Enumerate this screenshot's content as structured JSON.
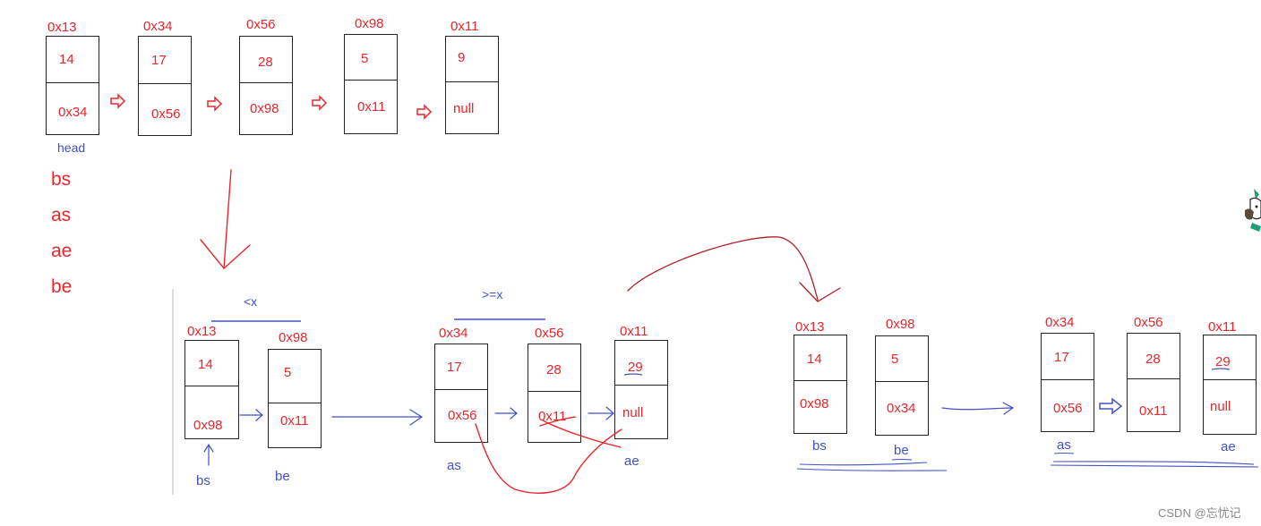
{
  "top_list": [
    {
      "addr": "0x13",
      "val": "14",
      "next": "0x34"
    },
    {
      "addr": "0x34",
      "val": "17",
      "next": "0x56"
    },
    {
      "addr": "0x56",
      "val": "28",
      "next": "0x98"
    },
    {
      "addr": "0x98",
      "val": "5",
      "next": "0x11"
    },
    {
      "addr": "0x11",
      "val": "9",
      "next": "null"
    }
  ],
  "head_label": "head",
  "pointer_names": [
    "bs",
    "as",
    "ae",
    "be"
  ],
  "less_group": {
    "title": "<x",
    "nodes": [
      {
        "addr": "0x13",
        "val": "14",
        "next": "0x98"
      },
      {
        "addr": "0x98",
        "val": "5",
        "next": "0x11"
      }
    ],
    "labels": [
      "bs",
      "be"
    ]
  },
  "ge_group": {
    "title": ">=x",
    "nodes": [
      {
        "addr": "0x34",
        "val": "17",
        "next": "0x56"
      },
      {
        "addr": "0x56",
        "val": "28",
        "next": "0x11"
      },
      {
        "addr": "0x11",
        "val": "29",
        "next": "null"
      }
    ],
    "labels": [
      "as",
      "ae"
    ]
  },
  "result_left": {
    "nodes": [
      {
        "addr": "0x13",
        "val": "14",
        "next": "0x98"
      },
      {
        "addr": "0x98",
        "val": "5",
        "next": "0x34"
      }
    ],
    "labels": [
      "bs",
      "be"
    ]
  },
  "result_right": {
    "nodes": [
      {
        "addr": "0x34",
        "val": "17",
        "next": "0x56"
      },
      {
        "addr": "0x56",
        "val": "28",
        "next": "0x11"
      },
      {
        "addr": "0x11",
        "val": "29",
        "next": "null"
      }
    ],
    "labels": [
      "as",
      "ae"
    ]
  },
  "watermark": "CSDN @忘忧记",
  "colors": {
    "red": "#e8262b",
    "blue": "#4250c8",
    "border": "#222222"
  }
}
